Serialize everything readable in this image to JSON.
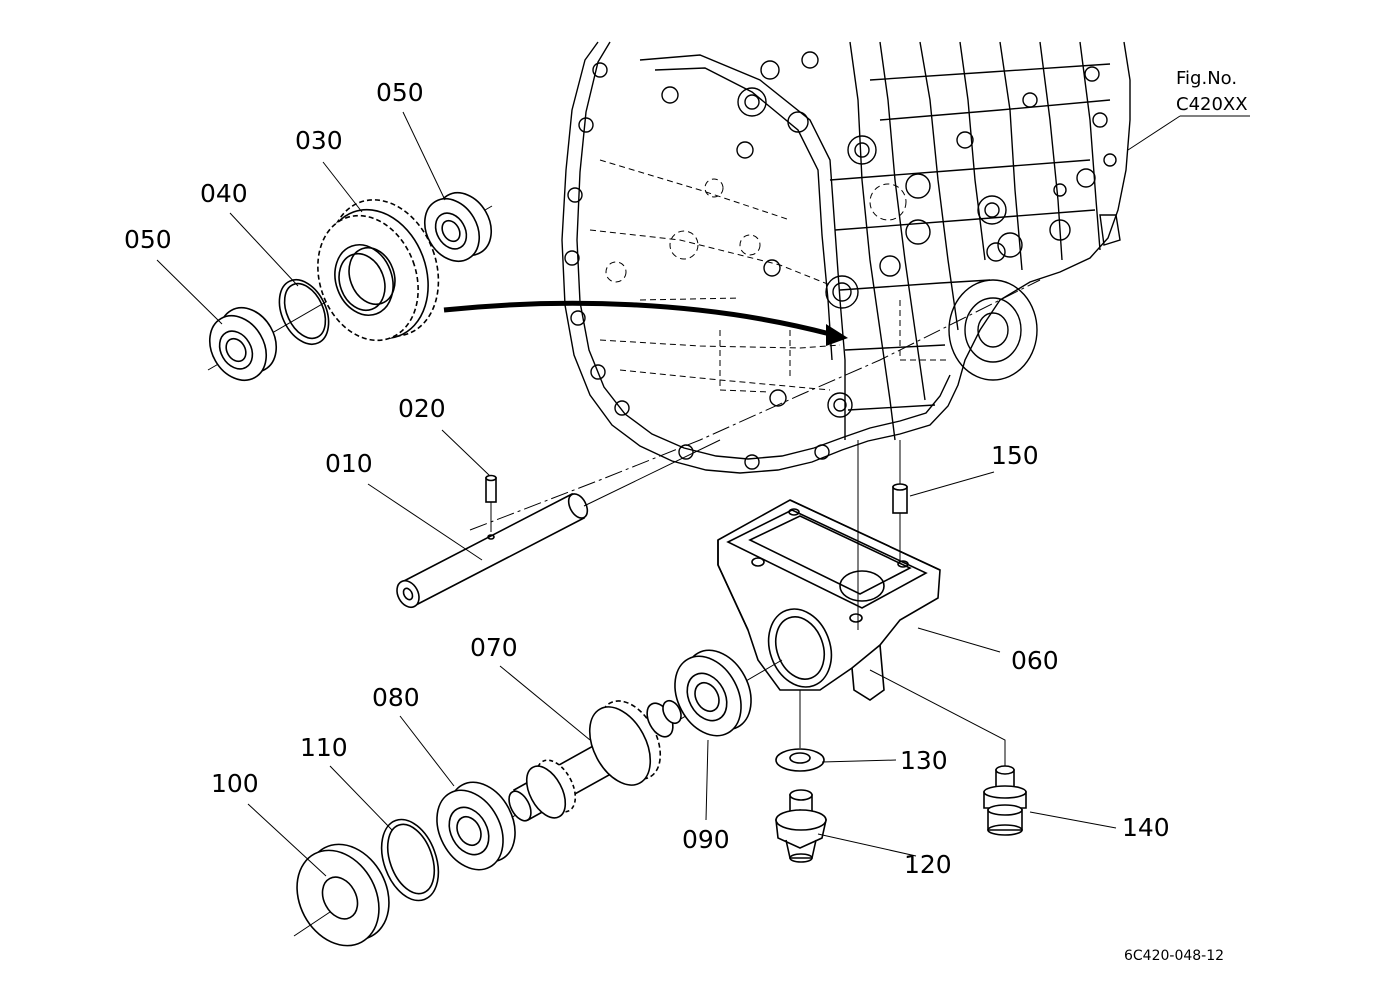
{
  "figure": {
    "fig_label": "Fig.No.",
    "fig_code": "C420XX",
    "drawing_number": "6C420-048-12"
  },
  "callouts": [
    {
      "id": "010",
      "label": "010"
    },
    {
      "id": "020",
      "label": "020"
    },
    {
      "id": "030",
      "label": "030"
    },
    {
      "id": "040",
      "label": "040"
    },
    {
      "id": "050a",
      "label": "050"
    },
    {
      "id": "050b",
      "label": "050"
    },
    {
      "id": "060",
      "label": "060"
    },
    {
      "id": "070",
      "label": "070"
    },
    {
      "id": "080",
      "label": "080"
    },
    {
      "id": "090",
      "label": "090"
    },
    {
      "id": "100",
      "label": "100"
    },
    {
      "id": "110",
      "label": "110"
    },
    {
      "id": "120",
      "label": "120"
    },
    {
      "id": "130",
      "label": "130"
    },
    {
      "id": "140",
      "label": "140"
    },
    {
      "id": "150",
      "label": "150"
    }
  ]
}
